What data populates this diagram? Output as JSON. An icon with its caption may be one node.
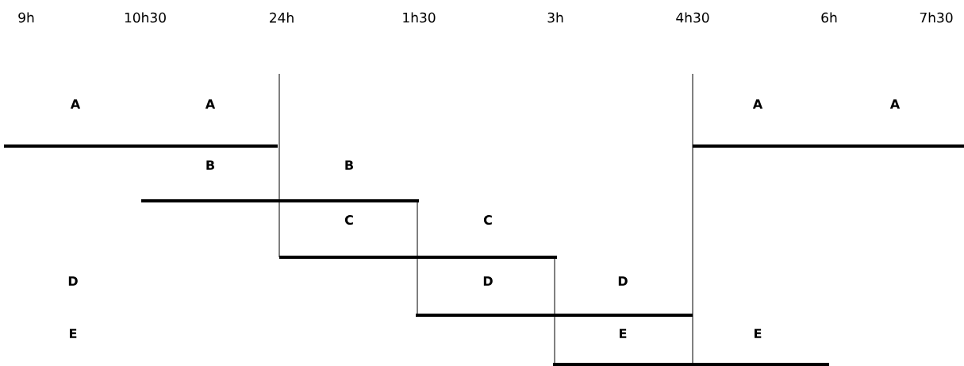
{
  "diagram": {
    "labels": [
      "9h",
      "10h30",
      "24h",
      "1h30",
      "3h",
      "4h30",
      "6h",
      "7h30",
      "A",
      "A",
      "A",
      "A",
      "B",
      "B",
      "C",
      "C",
      "D",
      "D",
      "D",
      "E",
      "E",
      "E"
    ]
  }
}
